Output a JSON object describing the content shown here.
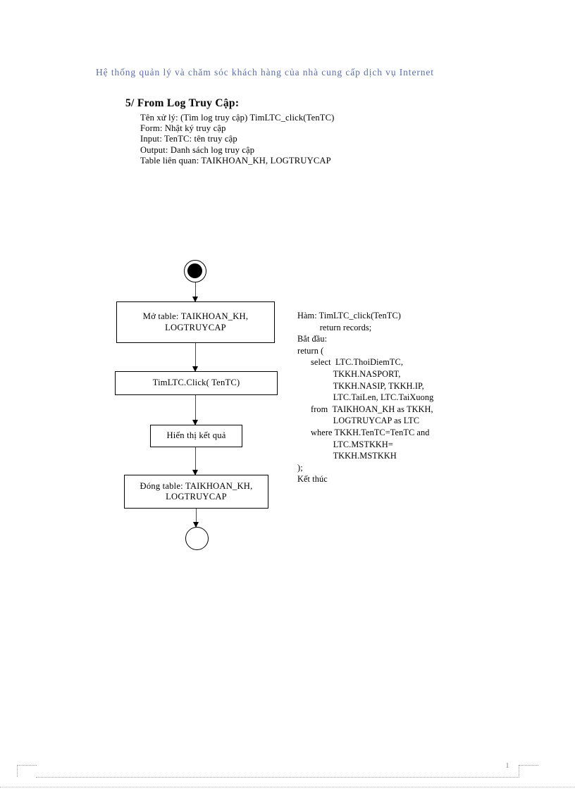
{
  "header": {
    "running_title": "Hệ thống  quản  lý và chăm  sóc khách  hàng  của nhà cung  cấp dịch vụ Internet",
    "color": "#5b6fa6"
  },
  "section": {
    "title": "5/ From Log Truy  Cập:",
    "spec": [
      "Tên xử lý:  (Tìm log truy cập) TimLTC_click(TenTC)",
      "Form:  Nhật ký truy cập",
      "Input:  TenTC: tên truy cập",
      "Output:  Danh sách log truy cập",
      "Table liên  quan: TAIKHOAN_KH, LOGTRUYCAP"
    ]
  },
  "flowchart": {
    "start_node_label": "start",
    "end_node_label": "end",
    "nodes": [
      {
        "id": "open",
        "line1": "Mở table: TAIKHOAN_KH,",
        "line2": "LOGTRUYCAP"
      },
      {
        "id": "call",
        "line1": "TimLTC.Click( TenTC)",
        "line2": ""
      },
      {
        "id": "show",
        "line1": "Hiển thị kết quả",
        "line2": ""
      },
      {
        "id": "close",
        "line1": "Đóng table: TAIKHOAN_KH,",
        "line2": "LOGTRUYCAP"
      }
    ]
  },
  "pseudocode": {
    "lines": [
      "Hàm: TimLTC_click(TenTC)",
      "          return records;",
      "Bắt đầu:",
      "return (",
      "      select  LTC.ThoiDiemTC,",
      "                TKKH.NASPORT,",
      "                TKKH.NASIP, TKKH.IP,",
      "                LTC.TaiLen, LTC.TaiXuong",
      "      from  TAIKHOAN_KH as TKKH,",
      "                LOGTRUYCAP as LTC",
      "      where TKKH.TenTC=TenTC and",
      "                LTC.MSTKKH=",
      "                TKKH.MSTKKH",
      ");",
      "Kết thúc"
    ]
  },
  "footer": {
    "page_number": "1"
  }
}
